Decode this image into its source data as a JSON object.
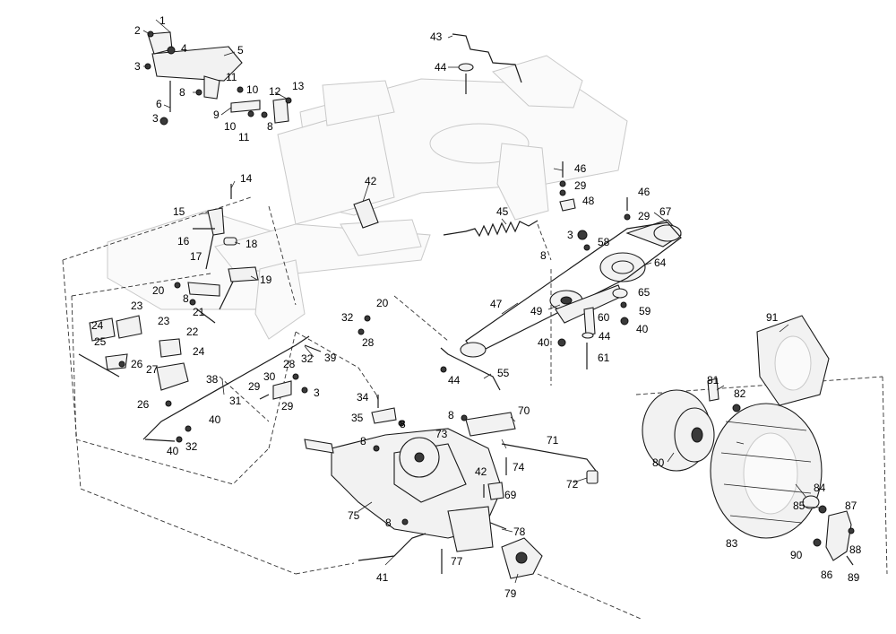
{
  "diagram": {
    "callouts": [
      "1",
      "2",
      "3",
      "3",
      "4",
      "5",
      "6",
      "8",
      "9",
      "10",
      "10",
      "11",
      "11",
      "12",
      "13",
      "8",
      "14",
      "15",
      "16",
      "17",
      "18",
      "19",
      "20",
      "8",
      "21",
      "22",
      "20",
      "32",
      "28",
      "23",
      "23",
      "24",
      "24",
      "25",
      "26",
      "27",
      "26",
      "38",
      "31",
      "29",
      "30",
      "29",
      "28",
      "32",
      "39",
      "3",
      "40",
      "40",
      "32",
      "42",
      "43",
      "44",
      "45",
      "46",
      "29",
      "48",
      "46",
      "29",
      "67",
      "3",
      "58",
      "8",
      "64",
      "65",
      "49",
      "59",
      "60",
      "40",
      "44",
      "40",
      "61",
      "47",
      "44",
      "55",
      "34",
      "35",
      "8",
      "8",
      "73",
      "8",
      "70",
      "71",
      "74",
      "72",
      "42",
      "69",
      "75",
      "8",
      "78",
      "77",
      "41",
      "79",
      "91",
      "81",
      "82",
      "80",
      "83",
      "84",
      "85",
      "87",
      "88",
      "90",
      "86",
      "89"
    ]
  }
}
